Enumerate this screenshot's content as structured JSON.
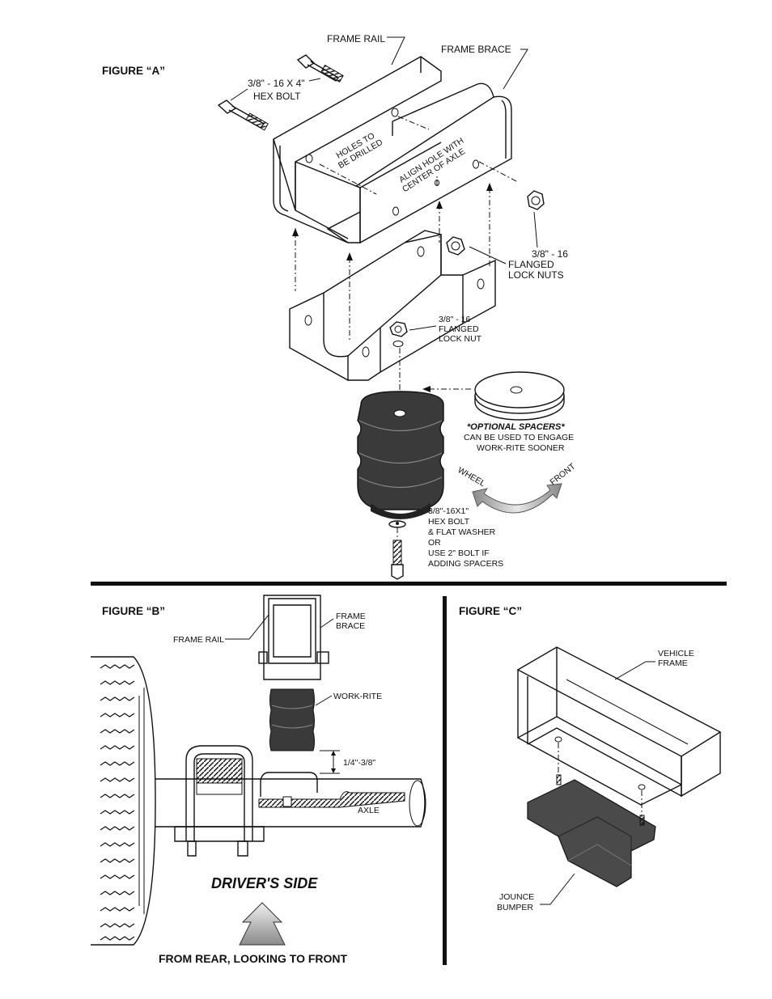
{
  "figure_a": {
    "title": "FIGURE “A”",
    "frame_rail": "FRAME RAIL",
    "frame_brace": "FRAME BRACE",
    "hex_bolt_1": "3/8\" - 16 X 4\"",
    "hex_bolt_2": "HEX BOLT",
    "holes_1": "HOLES TO",
    "holes_2": "BE DRILLED",
    "align_1": "ALIGN HOLE WITH",
    "align_2": "CENTER OF AXLE",
    "lock_nuts_1": "3/8\" - 16",
    "lock_nuts_2": "FLANGED",
    "lock_nuts_3": "LOCK NUTS",
    "lock_nut_1": "3/8\" - 16",
    "lock_nut_2": "FLANGED",
    "lock_nut_3": "LOCK NUT",
    "spacers_title": "*OPTIONAL SPACERS*",
    "spacers_1": "CAN BE USED TO ENGAGE",
    "spacers_2": "WORK-RITE SOONER",
    "wheel": "WHEEL",
    "front": "FRONT",
    "bolt_1": "3/8\"-16X1\"",
    "bolt_2": "HEX BOLT",
    "bolt_3": "& FLAT WASHER",
    "bolt_4": "OR",
    "bolt_5": "USE 2\" BOLT IF",
    "bolt_6": "ADDING SPACERS"
  },
  "figure_b": {
    "title": "FIGURE “B”",
    "frame_rail": "FRAME RAIL",
    "frame_brace_1": "FRAME",
    "frame_brace_2": "BRACE",
    "work_rite": "WORK-RITE",
    "gap": "1/4\"-3/8\"",
    "axle": "AXLE",
    "drivers_side": "DRIVER'S SIDE",
    "caption": "FROM REAR, LOOKING TO FRONT"
  },
  "figure_c": {
    "title": "FIGURE “C”",
    "vehicle_frame_1": "VEHICLE",
    "vehicle_frame_2": "FRAME",
    "jounce_1": "JOUNCE",
    "jounce_2": "BUMPER"
  }
}
